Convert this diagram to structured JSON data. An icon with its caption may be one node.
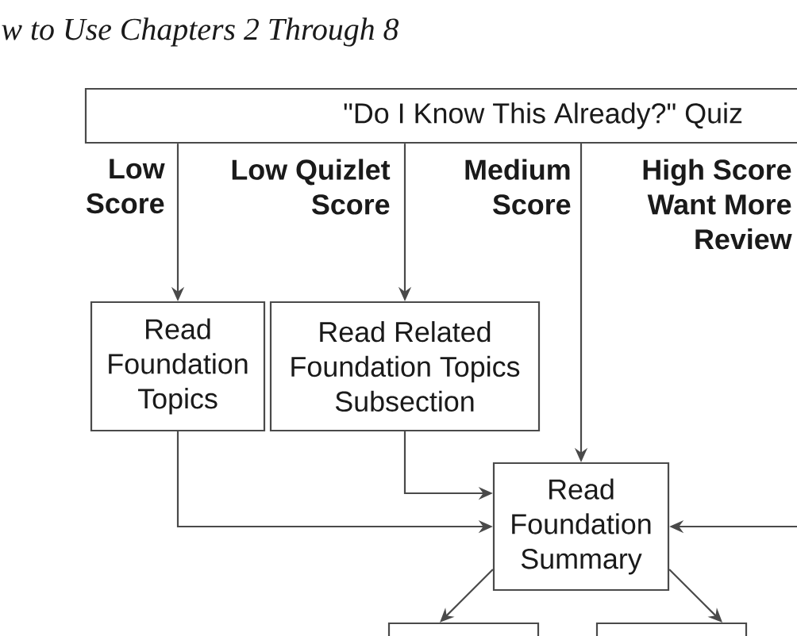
{
  "diagram": {
    "title": "w to Use Chapters 2 Through 8",
    "nodes": [
      {
        "text": [
          "\"Do I Know This Already?\" Quiz"
        ]
      },
      {
        "text": [
          "Read Foundation Topics"
        ]
      },
      {
        "text": [
          "Read Related Foundation Topics Subsection"
        ]
      },
      {
        "text": [
          "Read Foundation Summary"
        ]
      },
      {
        "text": [],
        "shape": "box"
      },
      {
        "text": [],
        "shape": "box"
      }
    ],
    "edges": [
      {
        "from": 0,
        "to": 1,
        "arrow": "to",
        "label": "Low Score"
      },
      {
        "from": 0,
        "to": 2,
        "arrow": "to",
        "label": "Low Quizlet Score"
      },
      {
        "from": 0,
        "to": 3,
        "arrow": "to",
        "label": "Medium Score"
      },
      {
        "from": 1,
        "to": 3,
        "arrow": "to"
      },
      {
        "from": 2,
        "to": 3,
        "arrow": "to"
      },
      {
        "from": null,
        "to": 3,
        "arrow": "to"
      },
      {
        "from": 3,
        "to": 4,
        "arrow": "to"
      },
      {
        "from": 3,
        "to": 5,
        "arrow": "to"
      }
    ],
    "labels": [
      "High Score Want More Review"
    ]
  }
}
